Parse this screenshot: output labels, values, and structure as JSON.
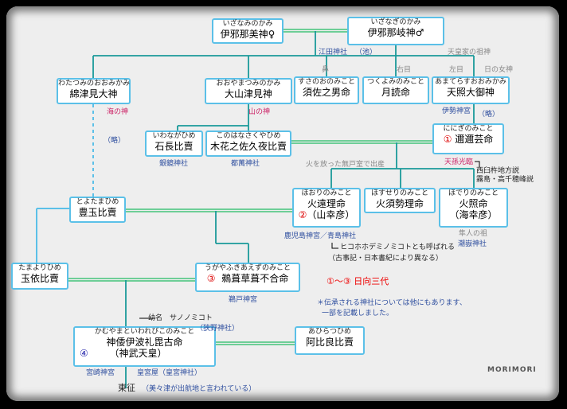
{
  "boxes": {
    "izanami": {
      "furi": "いざなみのかみ",
      "name": "伊邪那美神♀"
    },
    "izanagi": {
      "furi": "いざなぎのかみ",
      "name": "伊邪那岐神♂"
    },
    "watatsumi": {
      "furi": "わたつみのおおみかみ",
      "name": "綿津見大神"
    },
    "oyamatsumi": {
      "furi": "おおやまつみのかみ",
      "name": "大山津見神"
    },
    "susanoo": {
      "furi": "すさのおのみこと",
      "name": "須佐之男命"
    },
    "tsukuyomi": {
      "furi": "つくよみのみこと",
      "name": "月読命"
    },
    "amaterasu": {
      "furi": "あまてらすおおみかみ",
      "name": "天照大御神"
    },
    "iwanaga": {
      "furi": "いわながひめ",
      "name": "石長比賣"
    },
    "konohana": {
      "furi": "このはなさくやひめ",
      "name": "木花之佐久夜比賣"
    },
    "ninigi": {
      "furi": "ににぎのみこと",
      "num": "①",
      "name": "邇邇芸命"
    },
    "toyotama": {
      "furi": "とよたまひめ",
      "name": "豊玉比賣"
    },
    "hoori": {
      "furi": "ほおりのみこと",
      "name1": "火遠理命",
      "num": "②",
      "name2": "（山幸彦）"
    },
    "hosuseri": {
      "furi": "ほすせりのみこと",
      "name": "火須勢理命"
    },
    "hoderi": {
      "furi": "ほでりのみこと",
      "name1": "火照命",
      "name2": "（海幸彦）"
    },
    "tamayori": {
      "furi": "たまよりひめ",
      "name": "玉依比賣"
    },
    "ugaya": {
      "furi": "うがやふきあえずのみこと",
      "num": "③",
      "name": "鵜葺草葺不合命"
    },
    "jimmu": {
      "furi": "かむやまといわれびこのみこと",
      "name1": "神倭伊波礼毘古命",
      "num": "④",
      "name2": "（神武天皇）"
    },
    "ahira": {
      "furi": "あひらつひめ",
      "name": "阿比良比賣"
    }
  },
  "labels": {
    "eda_shrine": "江田神社",
    "eda_pond": "（池）",
    "koutei_ancestor": "天皇家の祖神",
    "nose": "鼻",
    "right_eye": "右目",
    "left_eye": "左目",
    "sun_goddess": "日の女神",
    "ise": "伊勢神宮",
    "abbrev1": "（略）",
    "abbrev2": "（略）",
    "sea_god": "海の神",
    "mountain_god": "山の神",
    "ginkyo": "銀鏡神社",
    "tsuma": "都萬神社",
    "tenson": "天孫光臨",
    "nishiusu": "西臼杵地方説",
    "kirishima": "霧島・高千穂峰説",
    "fire_birth": "火を放った無戸室で出産",
    "hayato": "隼人の祖",
    "kagoshima": "鹿児島神宮／青島神社",
    "hohodemi": "ヒコホホデミノミコトとも呼ばれる",
    "kojiki": "（古事記・日本書紀により異なる）",
    "shiose": "潮嶽神社",
    "hyuga": "①〜③ 日向三代",
    "note1": "＊伝承される神社については他にもあります、",
    "note2": "一部を記載しました。",
    "udo": "鵜戸神宮",
    "youmei": "幼名　サノノミコト",
    "sano": "（狭野神社）",
    "miyazaki": "宮崎神宮",
    "kogu": "皇宮屋（皇宮神社）",
    "east": "東征",
    "east_note": "（美々津が出航地と言われている）",
    "morimori": "MORIMORI"
  },
  "colors": {
    "box_border": "#5bc0e8",
    "line_teal": "#1a9a9a",
    "line_green": "#44c47a",
    "label_blue": "#2f4f9f",
    "label_green": "#2a7a2a",
    "label_red": "#e00000",
    "label_pink": "#cc2266"
  }
}
